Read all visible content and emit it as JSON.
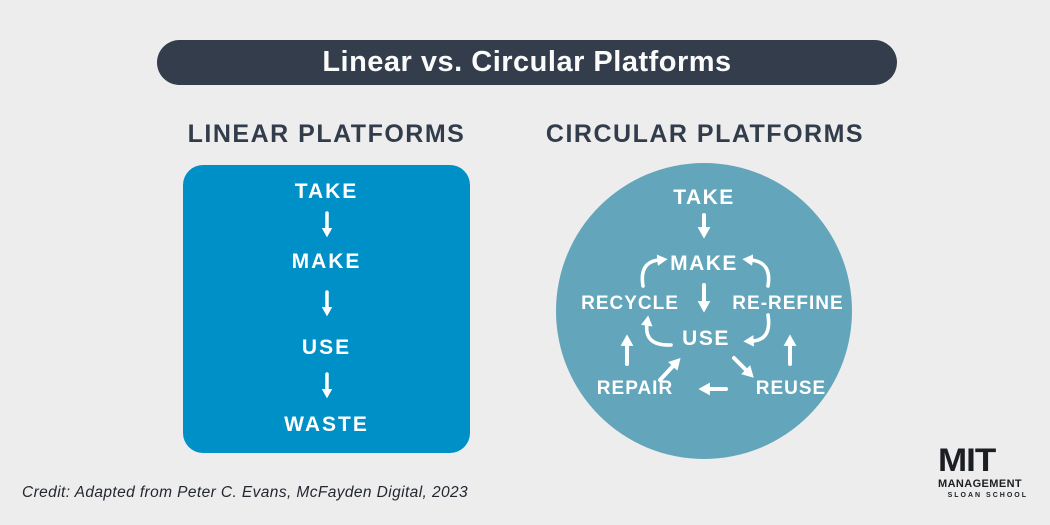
{
  "banner": {
    "title": "Linear vs. Circular Platforms"
  },
  "linear": {
    "heading": "LINEAR PLATFORMS",
    "steps": [
      "TAKE",
      "MAKE",
      "USE",
      "WASTE"
    ]
  },
  "circular": {
    "heading": "CIRCULAR PLATFORMS",
    "nodes": {
      "take": "TAKE",
      "make": "MAKE",
      "recycle": "RECYCLE",
      "rerefine": "RE-REFINE",
      "use": "USE",
      "repair": "REPAIR",
      "reuse": "REUSE"
    }
  },
  "footer": {
    "credit": "Credit: Adapted from Peter C. Evans, McFayden Digital, 2023"
  },
  "logo": {
    "mit": "MIT",
    "management": "MANAGEMENT",
    "school": "SLOAN SCHOOL"
  },
  "colors": {
    "background": "#EDEDED",
    "banner_dark": "#333D4B",
    "heading_dark": "#323C4B",
    "linear_blue": "#0090C8",
    "circular_teal": "#63A5BA",
    "text_white": "#FFFFFF"
  }
}
